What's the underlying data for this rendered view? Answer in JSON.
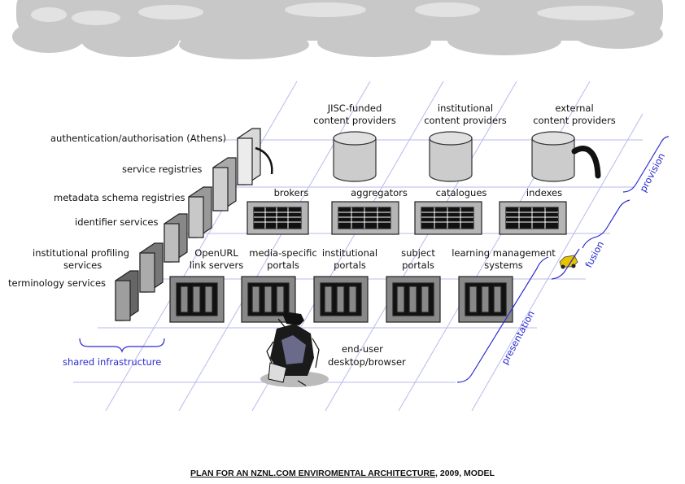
{
  "top_services": {
    "authentication": "authentication/authorisation (Athens)",
    "service_registries": "service registries",
    "metadata_schema": "metadata schema registries",
    "identifier_services": "identifier services",
    "profiling_line1": "institutional profiling",
    "profiling_line2": "services",
    "terminology": "terminology services"
  },
  "providers": [
    {
      "line1": "JISC-funded",
      "line2": "content providers"
    },
    {
      "line1": "institutional",
      "line2": "content providers"
    },
    {
      "line1": "external",
      "line2": "content providers"
    }
  ],
  "fusion_items": [
    "brokers",
    "aggregators",
    "catalogues",
    "indexes"
  ],
  "presentation_items": [
    {
      "line1": "OpenURL",
      "line2": "link servers"
    },
    {
      "line1": "media-specific",
      "line2": "portals"
    },
    {
      "line1": "institutional",
      "line2": "portals"
    },
    {
      "line1": "subject",
      "line2": "portals"
    },
    {
      "line1": "learning management",
      "line2": "systems"
    }
  ],
  "end_user": {
    "line1": "end-user",
    "line2": "desktop/browser"
  },
  "layers": {
    "provision": "provision",
    "fusion": "fusion",
    "presentation": "presentation",
    "shared": "shared infrastructure"
  },
  "caption": {
    "title": "PLAN FOR AN NZNL.COM ENVIROMENTAL ARCHITECTURE",
    "suffix": ", 2009, MODEL"
  }
}
